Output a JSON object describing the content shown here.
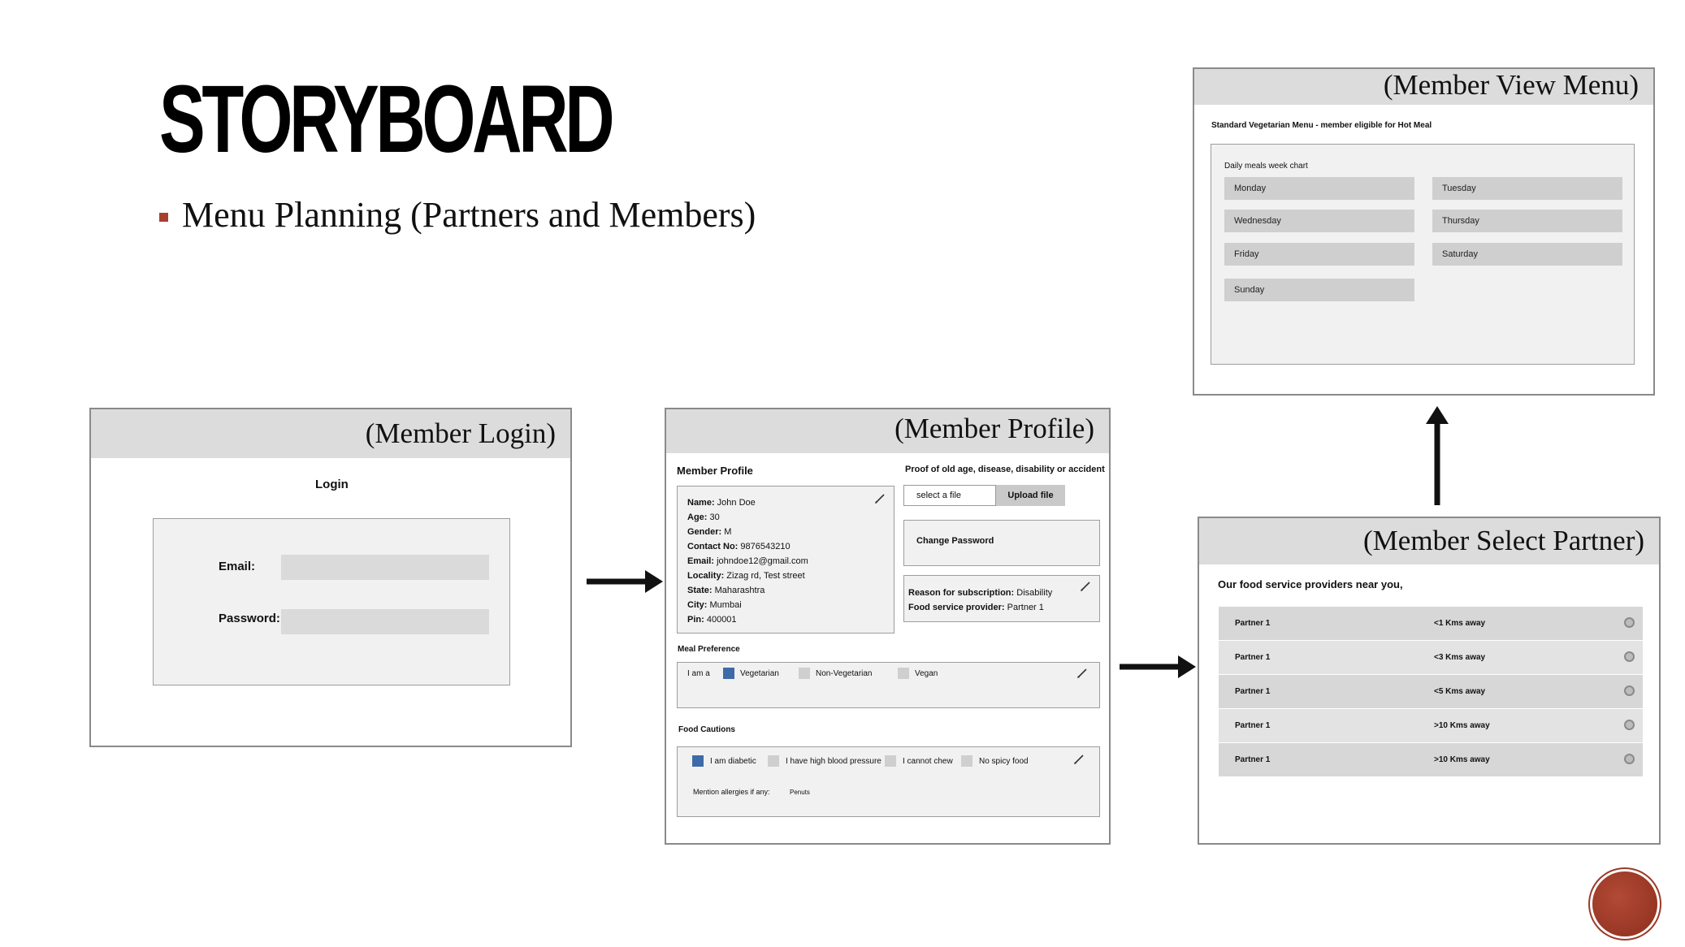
{
  "slide": {
    "title": "STORYBOARD",
    "subtitle": "Menu Planning (Partners and Members)",
    "accent_color": "#a8402e"
  },
  "login_panel": {
    "header": "(Member Login)",
    "heading": "Login",
    "email_label": "Email:",
    "password_label": "Password:"
  },
  "profile_panel": {
    "header": "(Member Profile)",
    "section_title": "Member Profile",
    "proof_label": "Proof of old age, disease, disability or accident",
    "select_file": "select a file",
    "upload_file": "Upload file",
    "change_password": "Change Password",
    "details": [
      {
        "key": "Name:",
        "value": " John Doe"
      },
      {
        "key": "Age:",
        "value": " 30"
      },
      {
        "key": "Gender:",
        "value": " M"
      },
      {
        "key": "Contact No:",
        "value": " 9876543210"
      },
      {
        "key": "Email:",
        "value": " johndoe12@gmail.com"
      },
      {
        "key": "Locality:",
        "value": " Zizag rd, Test street"
      },
      {
        "key": "State:",
        "value": " Maharashtra"
      },
      {
        "key": "City:",
        "value": " Mumbai"
      },
      {
        "key": "Pin:",
        "value": " 400001"
      }
    ],
    "subscription": {
      "reason_key": "Reason for subscription:",
      "reason_value": " Disability",
      "provider_key": "Food service provider:",
      "provider_value": " Partner 1"
    },
    "meal_preference": {
      "title": "Meal Preference",
      "prefix": "I am a",
      "options": [
        {
          "label": "Vegetarian",
          "checked": true
        },
        {
          "label": "Non-Vegetarian",
          "checked": false
        },
        {
          "label": "Vegan",
          "checked": false
        }
      ]
    },
    "food_cautions": {
      "title": "Food Cautions",
      "options": [
        {
          "label": "I am diabetic",
          "checked": true
        },
        {
          "label": "I have high blood pressure",
          "checked": false
        },
        {
          "label": "I cannot chew",
          "checked": false
        },
        {
          "label": "No spicy food",
          "checked": false
        }
      ],
      "allergy_label": "Mention allergies if any:",
      "allergy_value": "Penuts"
    }
  },
  "partner_panel": {
    "header": "(Member Select Partner)",
    "intro": "Our food service providers near you,",
    "partners": [
      {
        "name": "Partner 1",
        "distance": "<1 Kms away"
      },
      {
        "name": "Partner 1",
        "distance": "<3 Kms away"
      },
      {
        "name": "Partner 1",
        "distance": "<5 Kms away"
      },
      {
        "name": "Partner 1",
        "distance": ">10 Kms away"
      },
      {
        "name": "Partner 1",
        "distance": ">10 Kms away"
      }
    ]
  },
  "menu_panel": {
    "header": "(Member View Menu)",
    "menu_title": "Standard Vegetarian Menu - member eligible for Hot Meal",
    "chart_label": "Daily meals week chart",
    "days": [
      "Monday",
      "Tuesday",
      "Wednesday",
      "Thursday",
      "Friday",
      "Saturday",
      "Sunday"
    ]
  }
}
